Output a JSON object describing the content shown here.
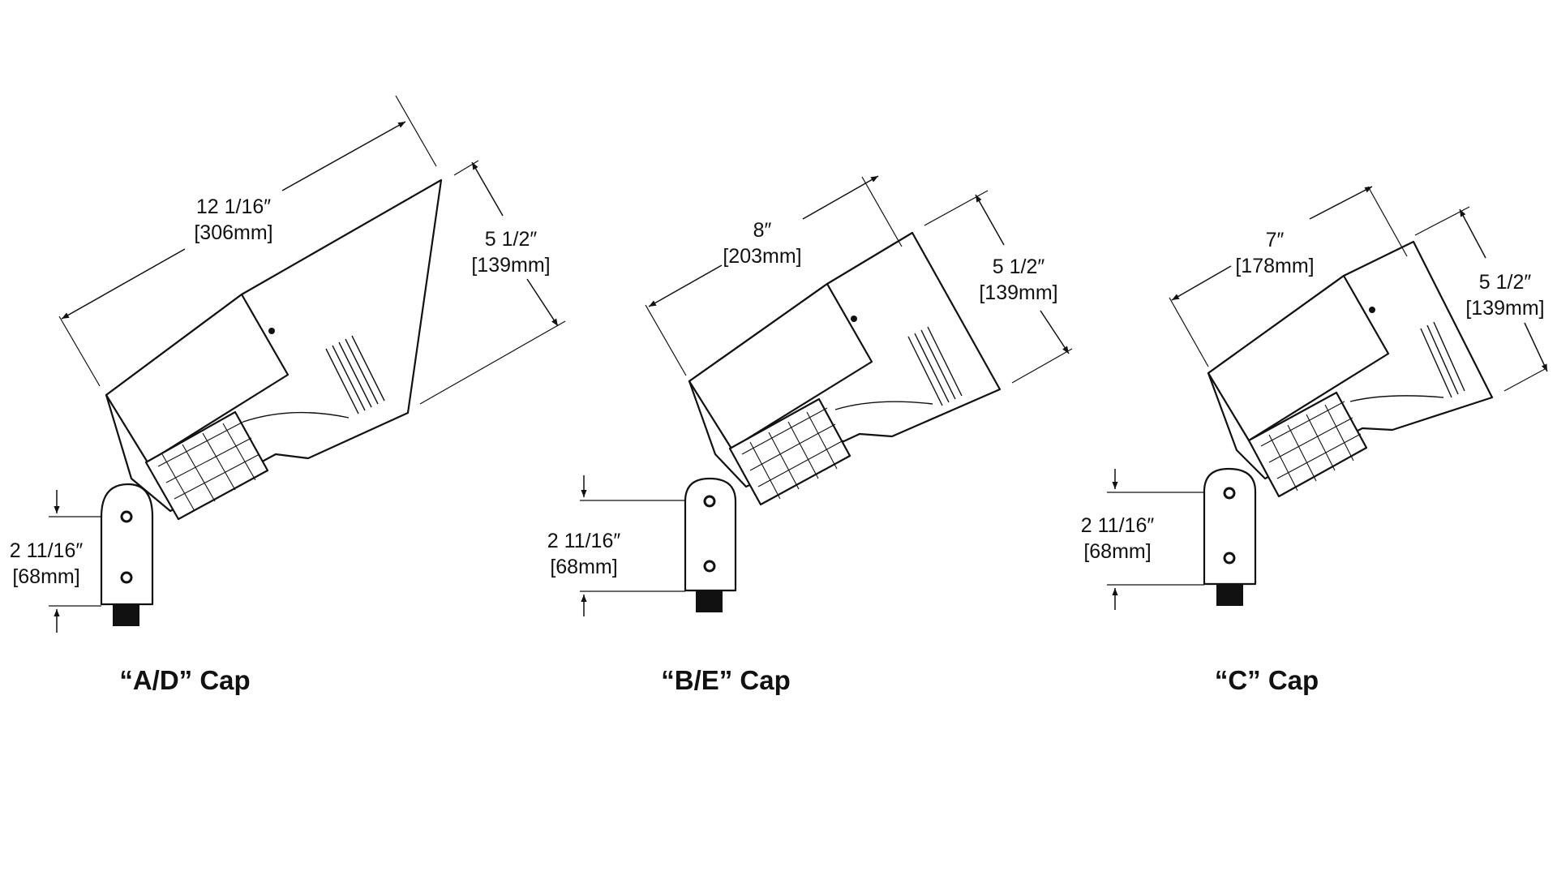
{
  "colors": {
    "line": "#111111",
    "background": "#ffffff"
  },
  "fixtures": [
    {
      "cap_label": "“A/D” Cap",
      "length": {
        "imperial": "12 1/16″",
        "metric": "[306mm]"
      },
      "height": {
        "imperial": "5 1/2″",
        "metric": "[139mm]"
      },
      "mount": {
        "imperial": "2 11/16″",
        "metric": "[68mm]"
      }
    },
    {
      "cap_label": "“B/E” Cap",
      "length": {
        "imperial": "8″",
        "metric": "[203mm]"
      },
      "height": {
        "imperial": "5 1/2″",
        "metric": "[139mm]"
      },
      "mount": {
        "imperial": "2 11/16″",
        "metric": "[68mm]"
      }
    },
    {
      "cap_label": "“C” Cap",
      "length": {
        "imperial": "7″",
        "metric": "[178mm]"
      },
      "height": {
        "imperial": "5 1/2″",
        "metric": "[139mm]"
      },
      "mount": {
        "imperial": "2 11/16″",
        "metric": "[68mm]"
      }
    }
  ]
}
